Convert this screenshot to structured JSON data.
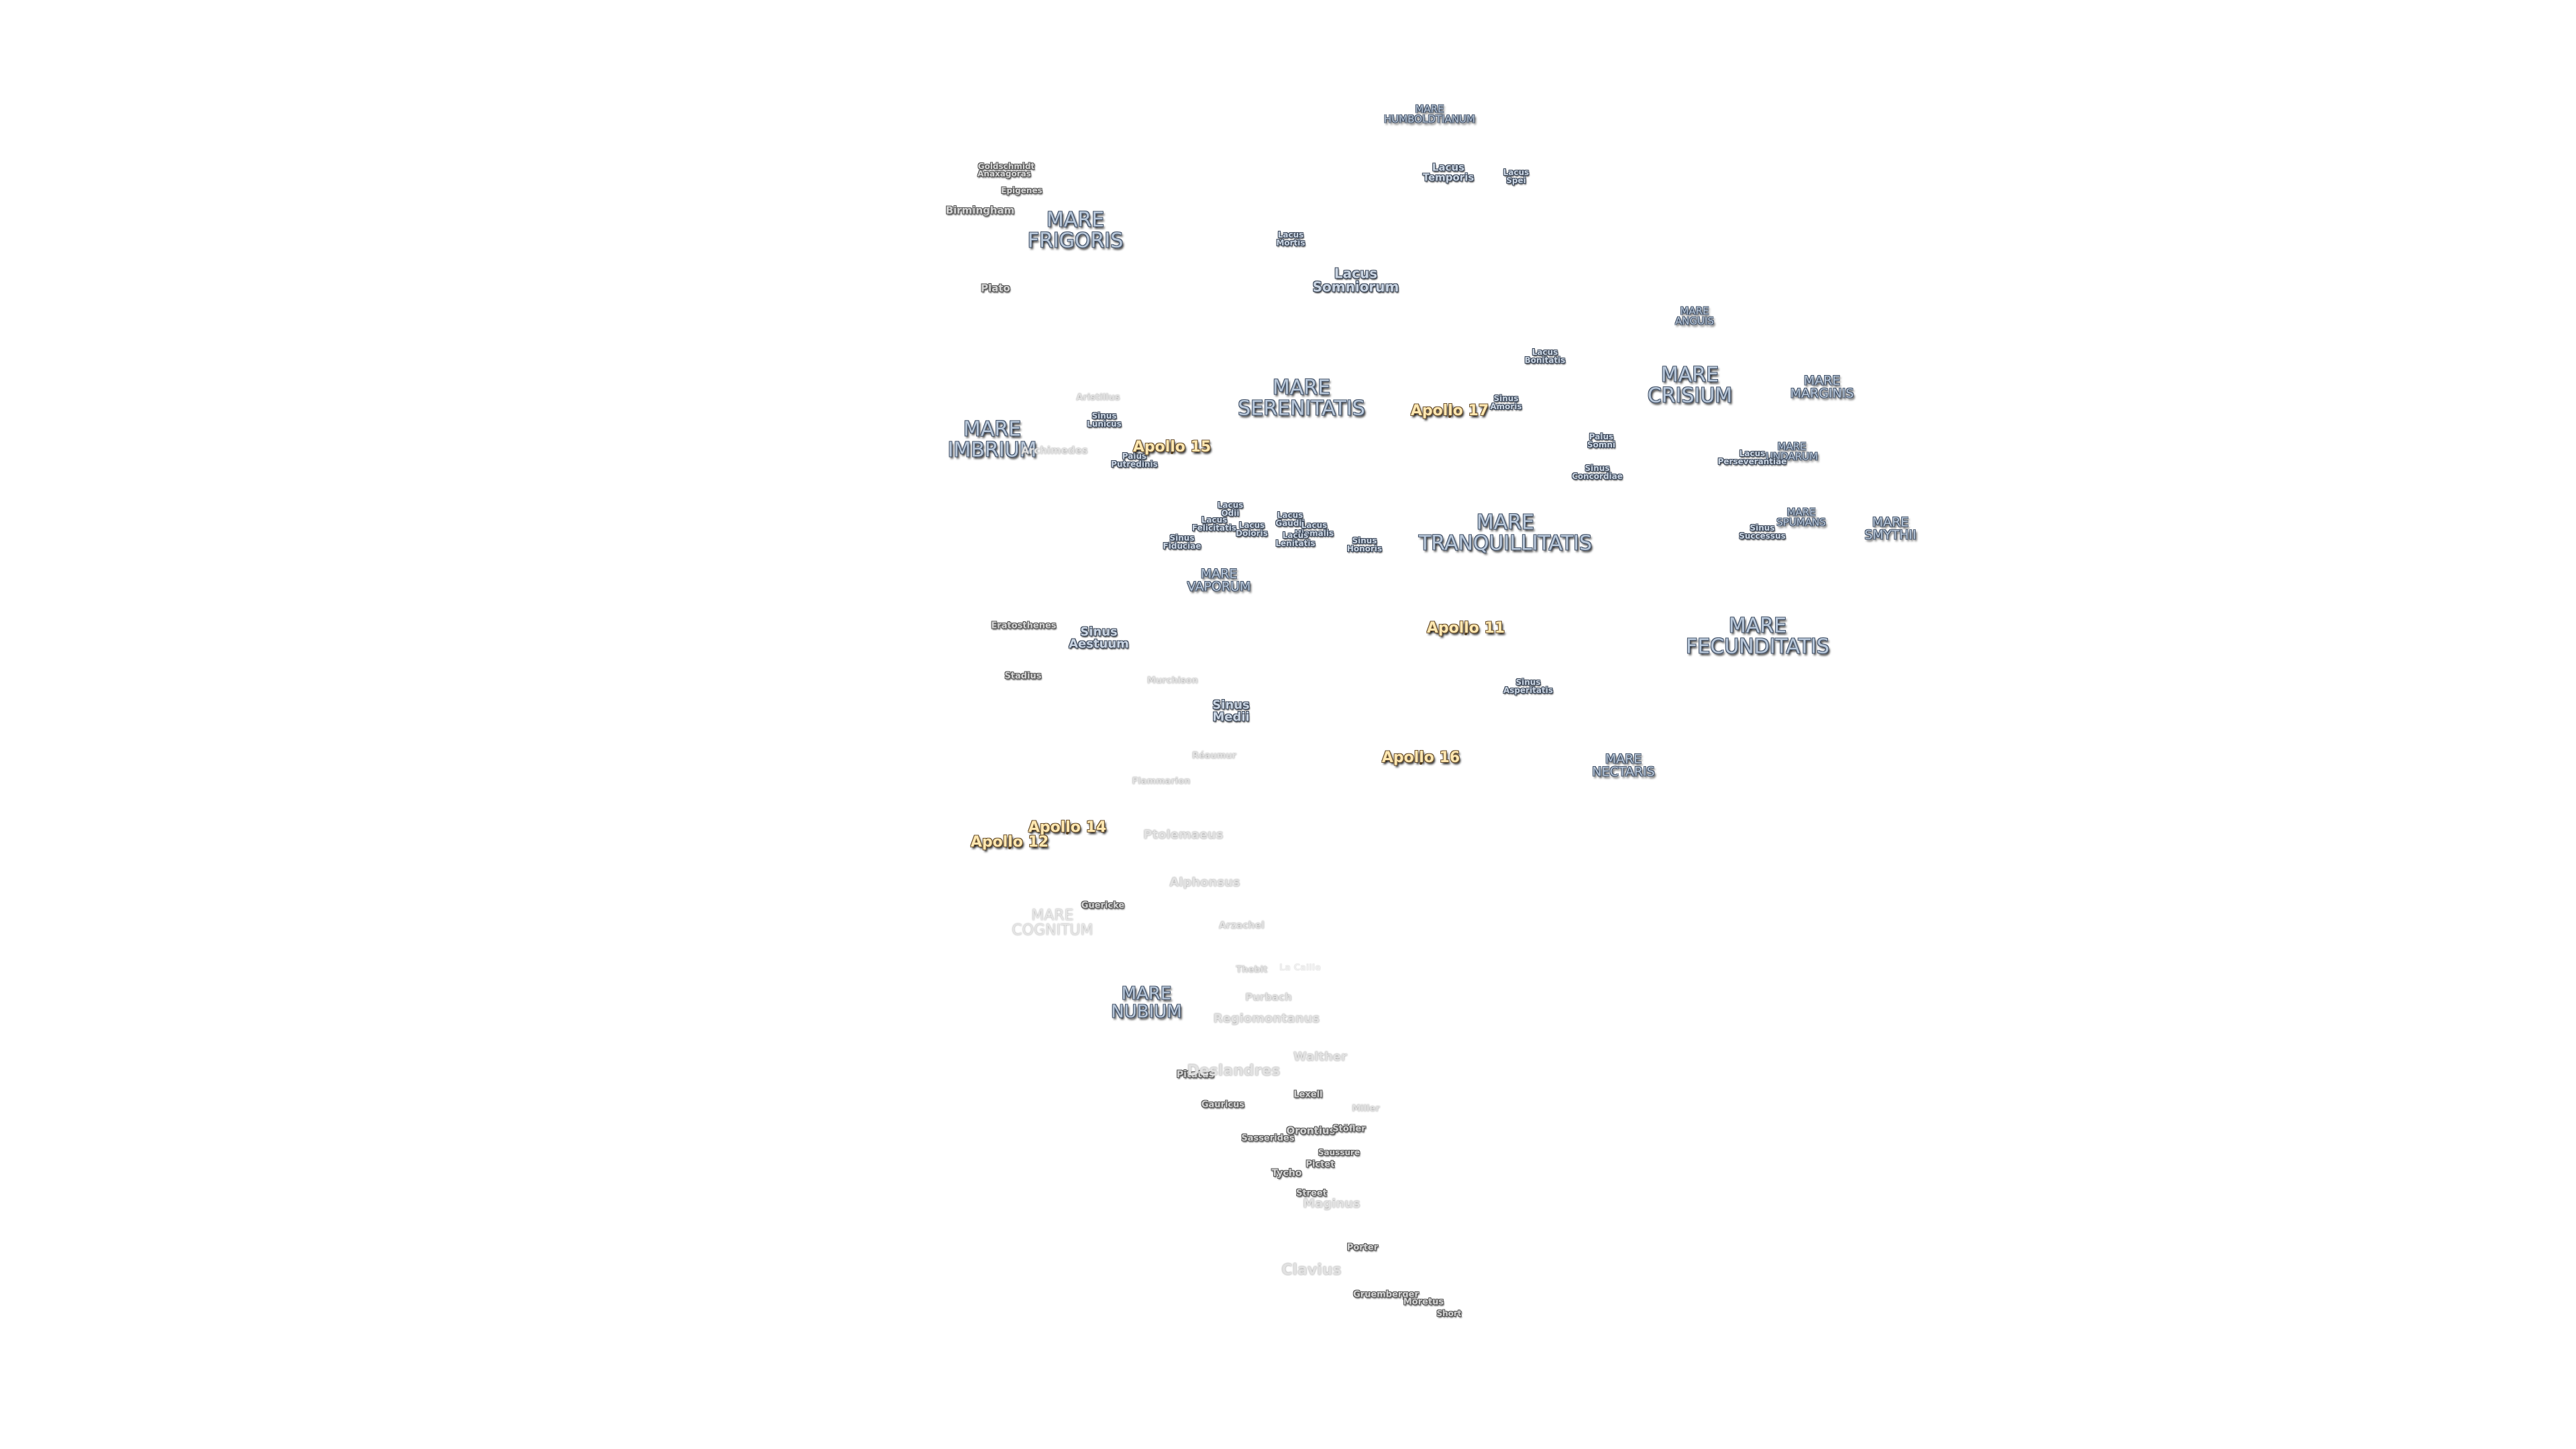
{
  "map": {
    "maria": [
      {
        "name": "MARE\nHUMBOLDTIANUM",
        "size": "xs"
      },
      {
        "name": "MARE\nFRIGORIS",
        "size": "l"
      },
      {
        "name": "MARE\nIMBRIUM",
        "size": "l"
      },
      {
        "name": "MARE\nSERENITATIS",
        "size": "l"
      },
      {
        "name": "MARE\nCRISIUM",
        "size": "l"
      },
      {
        "name": "MARE\nMARGINIS",
        "size": "s"
      },
      {
        "name": "MARE\nANGUIS",
        "size": "xs"
      },
      {
        "name": "MARE\nUNDARUM",
        "size": "xs"
      },
      {
        "name": "MARE\nSPUMANS",
        "size": "xs"
      },
      {
        "name": "MARE\nSMYTHII",
        "size": "s"
      },
      {
        "name": "MARE\nTRANQUILLITATIS",
        "size": "l"
      },
      {
        "name": "MARE\nVAPORUM",
        "size": "s"
      },
      {
        "name": "MARE\nFECUNDITATIS",
        "size": "l"
      },
      {
        "name": "MARE\nNECTARIS",
        "size": "s"
      },
      {
        "name": "MARE\nCOGNITUM",
        "size": "l"
      },
      {
        "name": "MARE\nNUBIUM",
        "size": "l"
      }
    ],
    "lakes_bays": [
      {
        "name": "Lacus\nTemporis",
        "size": "s"
      },
      {
        "name": "Lacus\nSpei",
        "size": "xs"
      },
      {
        "name": "Lacus\nMortis",
        "size": "xs"
      },
      {
        "name": "Lacus\nSomniorum",
        "size": "s"
      },
      {
        "name": "Lacus\nBonitatis",
        "size": "xs"
      },
      {
        "name": "Sinus\nAmoris",
        "size": "xs"
      },
      {
        "name": "Palus\nSomni",
        "size": "xs"
      },
      {
        "name": "Sinus\nConcordiae",
        "size": "xs"
      },
      {
        "name": "Lacus\nPerseverantiae",
        "size": "xs"
      },
      {
        "name": "Sinus\nSuccessus",
        "size": "xs"
      },
      {
        "name": "Sinus\nLunicus",
        "size": "xs"
      },
      {
        "name": "Palus\nPutredinis",
        "size": "xs"
      },
      {
        "name": "Lacus\nOdii",
        "size": "xs"
      },
      {
        "name": "Lacus\nFelicitatis",
        "size": "xs"
      },
      {
        "name": "Lacus\nDoloris",
        "size": "xs"
      },
      {
        "name": "Lacus\nGaudii",
        "size": "xs"
      },
      {
        "name": "Lacus\nHiemalis",
        "size": "xs"
      },
      {
        "name": "Lacus\nLenitatis",
        "size": "xs"
      },
      {
        "name": "Sinus\nFiduciae",
        "size": "xs"
      },
      {
        "name": "Sinus\nHonoris",
        "size": "xs"
      },
      {
        "name": "Sinus\nAestuum",
        "size": "s"
      },
      {
        "name": "Sinus\nMedii",
        "size": "s"
      },
      {
        "name": "Sinus\nAsperitatis",
        "size": "xs"
      }
    ],
    "craters": [
      {
        "name": "Goldschmidt",
        "style": "normal"
      },
      {
        "name": "Anaxagoras",
        "style": "normal"
      },
      {
        "name": "Epigenes",
        "style": "normal"
      },
      {
        "name": "Birmingham",
        "style": "normal"
      },
      {
        "name": "Plato",
        "style": "normal"
      },
      {
        "name": "Aristillus",
        "style": "faint"
      },
      {
        "name": "Archimedes",
        "style": "faint"
      },
      {
        "name": "Eratosthenes",
        "style": "normal"
      },
      {
        "name": "Stadius",
        "style": "normal"
      },
      {
        "name": "Murchison",
        "style": "faint"
      },
      {
        "name": "Réaumur",
        "style": "faint"
      },
      {
        "name": "Flammarion",
        "style": "normal"
      },
      {
        "name": "Ptolemaeus",
        "style": "md"
      },
      {
        "name": "Alphonsus",
        "style": "md"
      },
      {
        "name": "Guericke",
        "style": "normal"
      },
      {
        "name": "Arzachel",
        "style": "normal"
      },
      {
        "name": "Thebit",
        "style": "normal"
      },
      {
        "name": "La Caille",
        "style": "faint"
      },
      {
        "name": "Purbach",
        "style": "normal"
      },
      {
        "name": "Regiomontanus",
        "style": "md"
      },
      {
        "name": "Walther",
        "style": "faint"
      },
      {
        "name": "Pitatus",
        "style": "normal"
      },
      {
        "name": "Deslandres",
        "style": "lg"
      },
      {
        "name": "Lexell",
        "style": "normal"
      },
      {
        "name": "Gauricus",
        "style": "normal"
      },
      {
        "name": "Miller",
        "style": "faint"
      },
      {
        "name": "Orontius",
        "style": "normal"
      },
      {
        "name": "Stöfler",
        "style": "normal"
      },
      {
        "name": "Sasserides",
        "style": "normal"
      },
      {
        "name": "Saussure",
        "style": "normal"
      },
      {
        "name": "Pictet",
        "style": "normal"
      },
      {
        "name": "Tycho",
        "style": "normal"
      },
      {
        "name": "Street",
        "style": "normal"
      },
      {
        "name": "Maginus",
        "style": "md"
      },
      {
        "name": "Porter",
        "style": "normal"
      },
      {
        "name": "Clavius",
        "style": "lg"
      },
      {
        "name": "Gruemberger",
        "style": "normal"
      },
      {
        "name": "Moretus",
        "style": "normal"
      },
      {
        "name": "Short",
        "style": "normal"
      }
    ],
    "landing_sites": [
      {
        "name": "Apollo 17"
      },
      {
        "name": "Apollo 15"
      },
      {
        "name": "Apollo 11"
      },
      {
        "name": "Apollo 16"
      },
      {
        "name": "Apollo 14"
      },
      {
        "name": "Apollo 12"
      }
    ]
  }
}
